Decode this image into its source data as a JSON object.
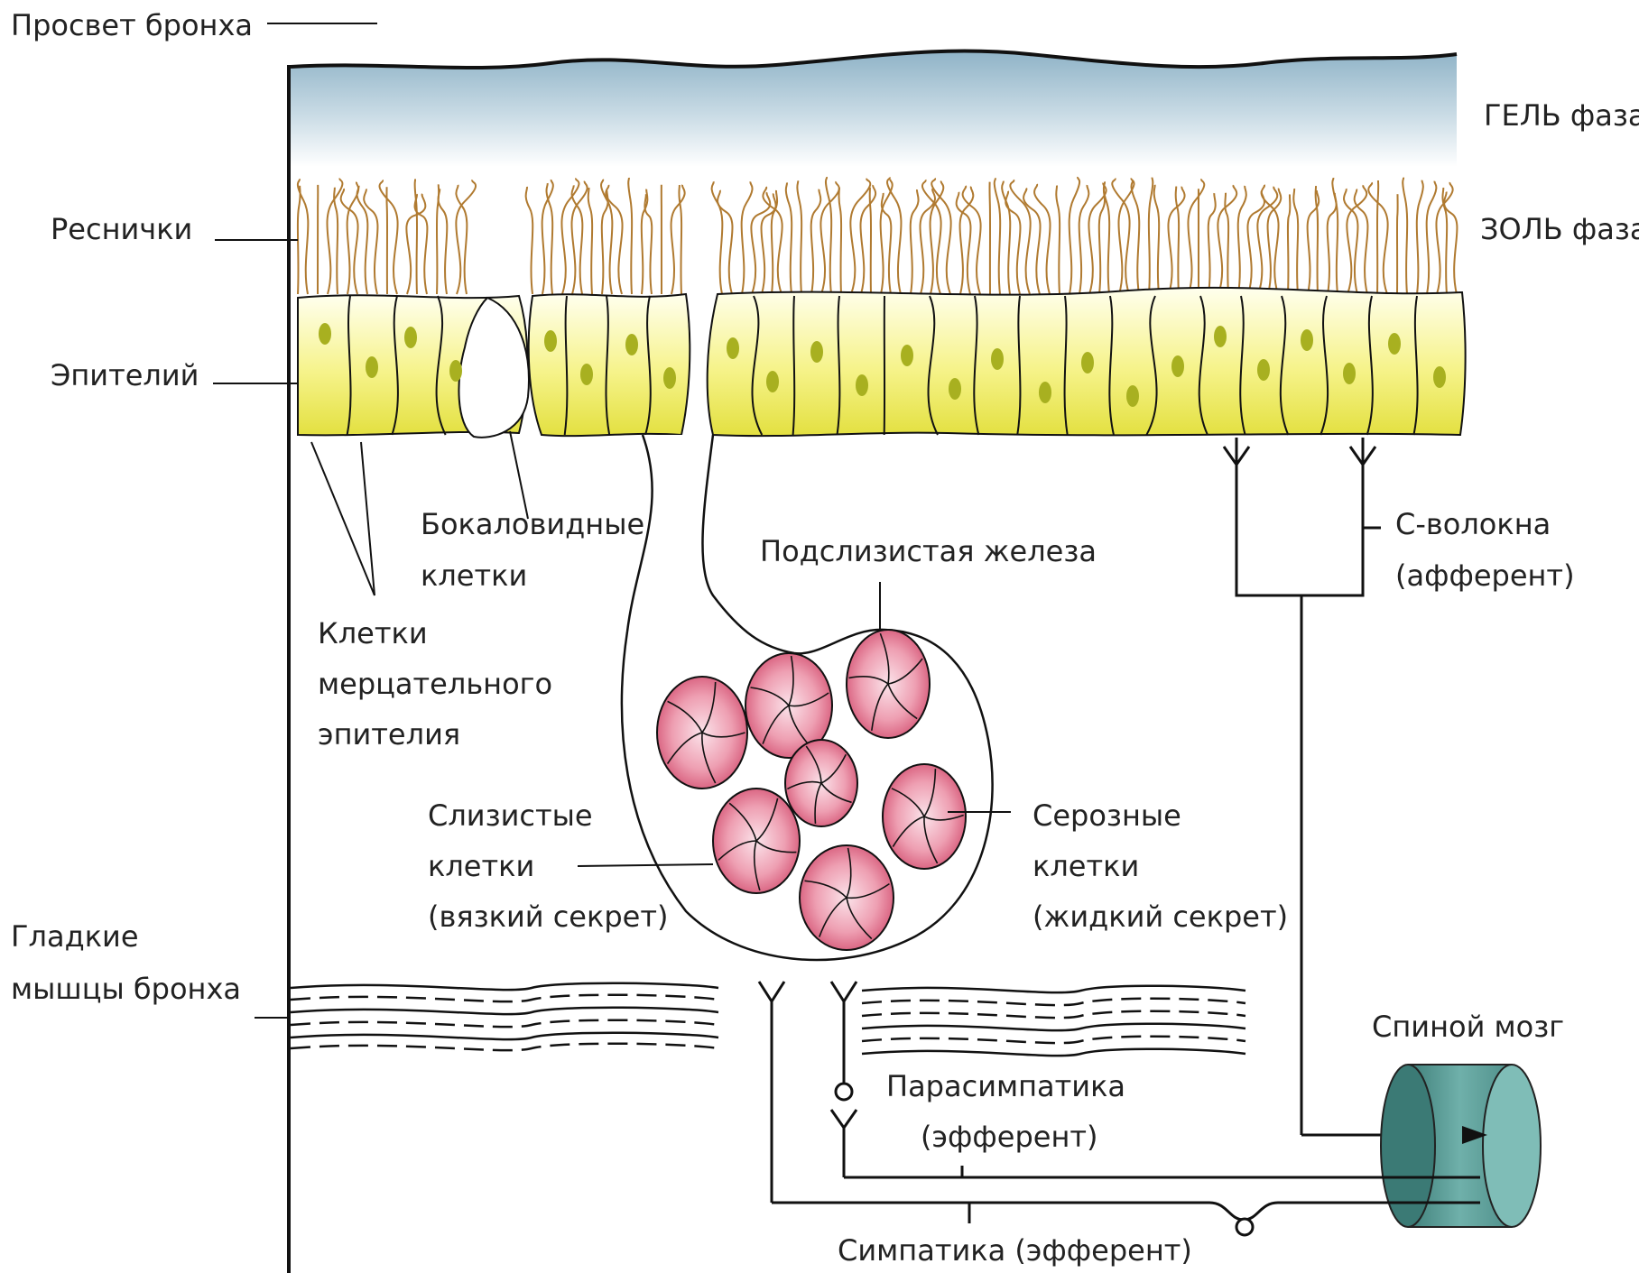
{
  "labels": {
    "lumen": "Просвет бронха",
    "gel": "ГЕЛЬ фаза",
    "sol": "ЗОЛЬ фаза",
    "cilia": "Реснички",
    "epithelium": "Эпителий",
    "goblet_1": "Бокаловидные",
    "goblet_2": "клетки",
    "ciliated_1": "Клетки",
    "ciliated_2": "мерцательного",
    "ciliated_3": "эпителия",
    "gland": "Подслизистая железа",
    "c_fibers_1": "С-волокна",
    "c_fibers_2": "(афферент)",
    "mucous_1": "Слизистые",
    "mucous_2": "клетки",
    "mucous_3": "(вязкий секрет)",
    "serous_1": "Серозные",
    "serous_2": "клетки",
    "serous_3": "(жидкий секрет)",
    "smooth_1": "Гладкие",
    "smooth_2": "мышцы бронха",
    "spinal": "Спиной мозг",
    "parasym_1": "Парасимпатика",
    "parasym_2": "(эфферент)",
    "sympathetic": "Симпатика (эфферент)"
  },
  "colors": {
    "gel": "#aec7d6",
    "cilia": "#b07a30",
    "epithelium_top": "#ffffe0",
    "epithelium_bottom": "#e8e84a",
    "nucleus": "#a8b020",
    "acinus_center": "#f6d0db",
    "acinus_edge": "#d9627e",
    "spinal_cord": "#5a9c96",
    "lines": "#111111"
  }
}
